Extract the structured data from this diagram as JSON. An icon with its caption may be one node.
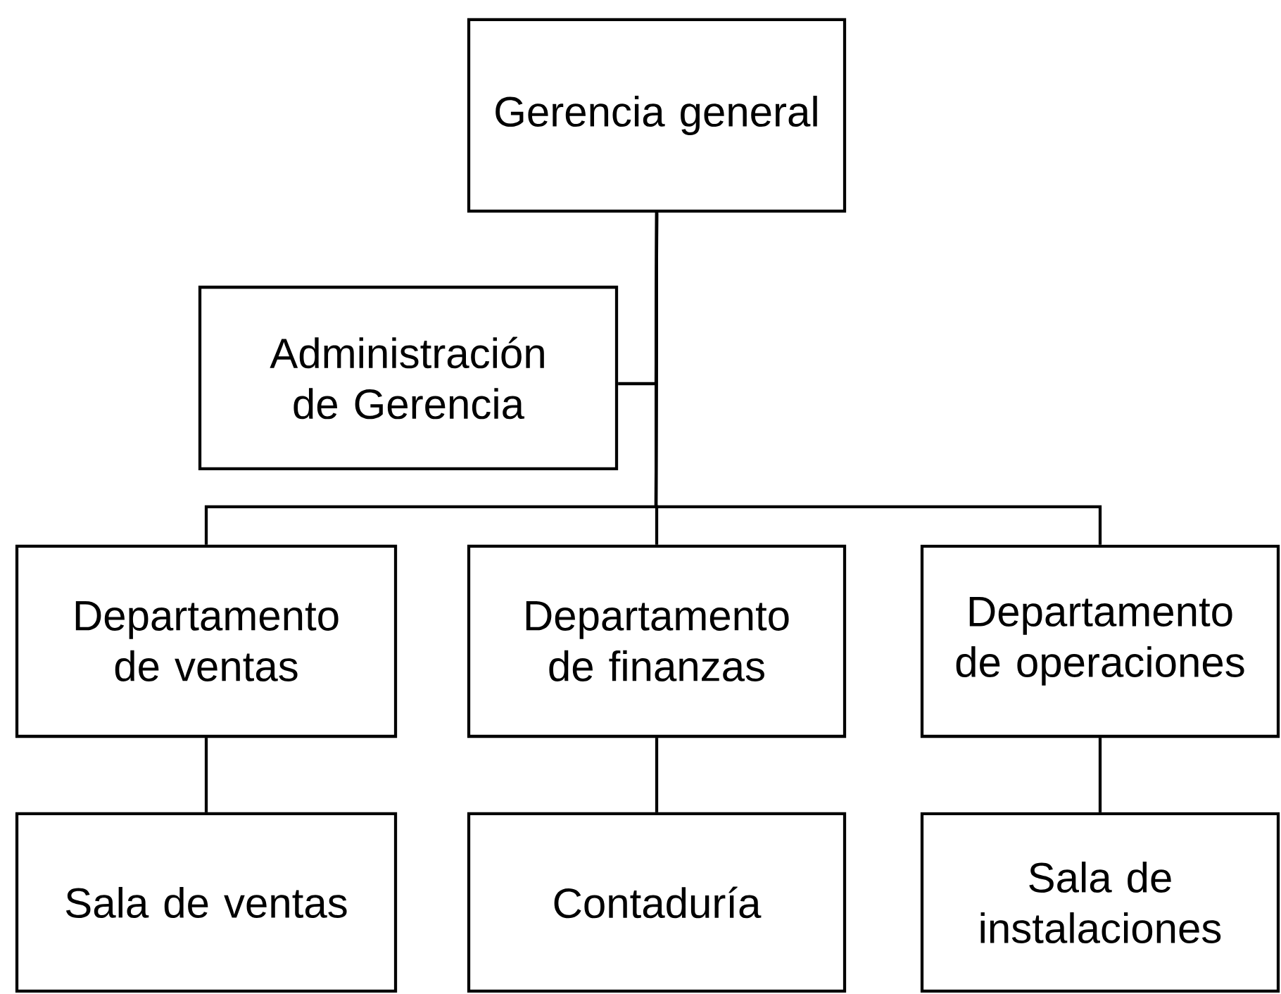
{
  "diagram": {
    "nodes": [
      {
        "text": [
          "Gerencia general"
        ]
      },
      {
        "text": [
          "Administración de Gerencia"
        ]
      },
      {
        "text": [
          "Departamento de ventas"
        ]
      },
      {
        "text": [
          "Departamento de finanzas"
        ]
      },
      {
        "text": [
          "Departamento de operaciones"
        ]
      },
      {
        "text": [
          "Sala de ventas"
        ]
      },
      {
        "text": [
          "Contaduría"
        ]
      },
      {
        "text": [
          "Sala de instalaciones"
        ]
      }
    ],
    "edges": [
      {
        "from": 0,
        "to": 1,
        "arrow": "none"
      },
      {
        "from": 0,
        "to": 2,
        "arrow": "none"
      },
      {
        "from": 0,
        "to": 3,
        "arrow": "none"
      },
      {
        "from": 0,
        "to": 4,
        "arrow": "none"
      },
      {
        "from": 2,
        "to": 5,
        "arrow": "none"
      },
      {
        "from": 3,
        "to": 6,
        "arrow": "none"
      },
      {
        "from": 4,
        "to": 7,
        "arrow": "none"
      }
    ]
  }
}
